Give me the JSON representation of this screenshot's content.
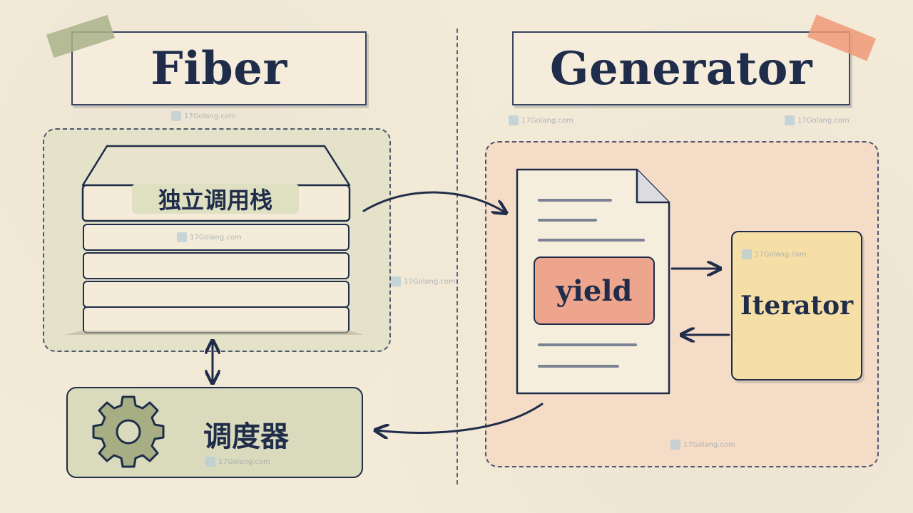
{
  "titles": {
    "left": "Fiber",
    "right": "Generator"
  },
  "fiber": {
    "stack_label": "独立调用栈",
    "scheduler_label": "调度器",
    "scheduler_icon": "gear-icon"
  },
  "generator": {
    "yield_label": "yield",
    "iterator_label": "Iterator",
    "document_icon": "document-icon"
  },
  "watermark": "17Golang.com",
  "colors": {
    "background": "#f3ead8",
    "ink": "#1f2d4a",
    "fiber_region": "#e4e2c8",
    "generator_region": "#f4dcc6",
    "yield_fill": "#eea58e",
    "iterator_fill": "#f6dfa6",
    "tape_green": "#a9b38a",
    "tape_orange": "#ee9a78"
  }
}
